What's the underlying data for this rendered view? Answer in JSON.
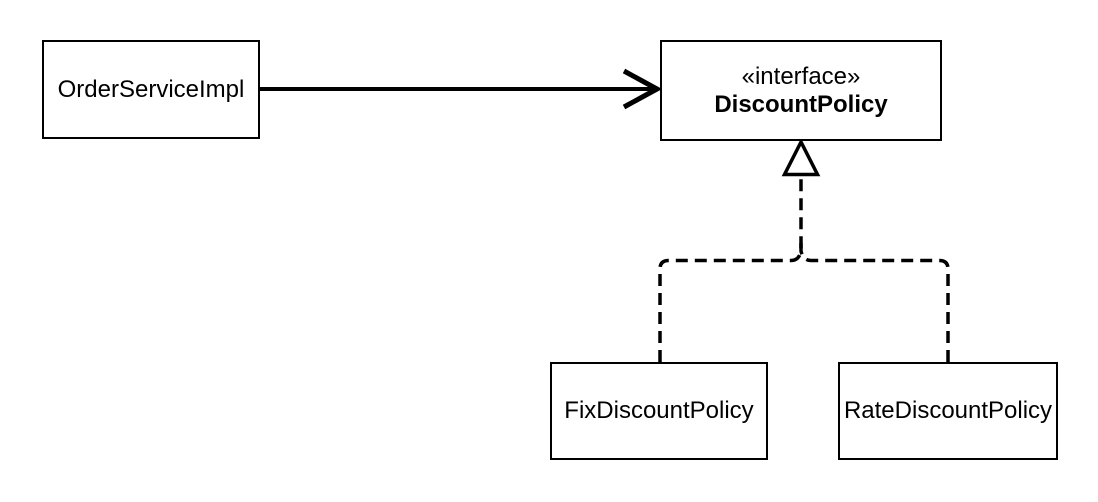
{
  "diagram": {
    "kind": "uml-class-diagram",
    "background_color": "#ffffff",
    "line_color": "#000000",
    "nodes": [
      {
        "id": "order-service-impl",
        "type": "class",
        "label": "OrderServiceImpl"
      },
      {
        "id": "discount-policy",
        "type": "interface",
        "stereotype": "«interface»",
        "label": "DiscountPolicy"
      },
      {
        "id": "fix-discount-policy",
        "type": "class",
        "label": "FixDiscountPolicy"
      },
      {
        "id": "rate-discount-policy",
        "type": "class",
        "label": "RateDiscountPolicy"
      }
    ],
    "edges": [
      {
        "from": "order-service-impl",
        "to": "discount-policy",
        "type": "association",
        "line_style": "solid",
        "arrowhead": "open"
      },
      {
        "from": "fix-discount-policy",
        "to": "discount-policy",
        "type": "realization",
        "line_style": "dashed",
        "arrowhead": "hollow-triangle"
      },
      {
        "from": "rate-discount-policy",
        "to": "discount-policy",
        "type": "realization",
        "line_style": "dashed",
        "arrowhead": "hollow-triangle"
      }
    ]
  }
}
